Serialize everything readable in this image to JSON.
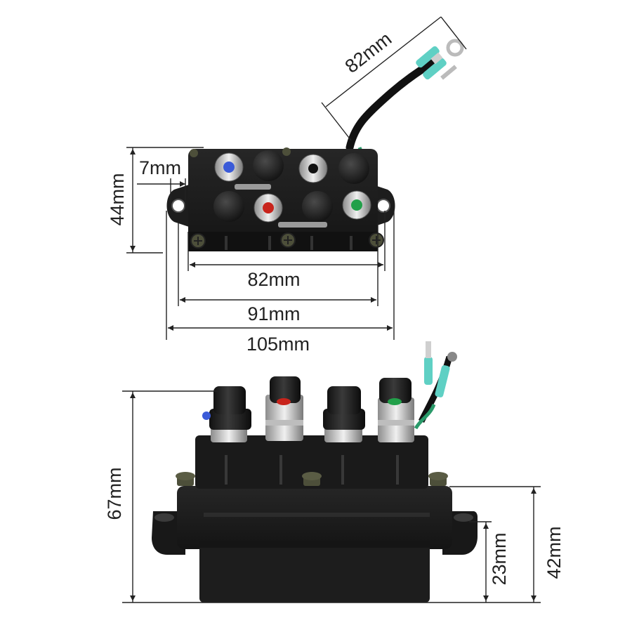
{
  "dimensions": {
    "top_view": {
      "cable_length": "82mm",
      "ear_hole": "7mm",
      "depth": "44mm",
      "hole_spacing": "82mm",
      "body_width": "91mm",
      "overall_width": "105mm"
    },
    "side_view": {
      "overall_height": "67mm",
      "base_to_ear": "23mm",
      "body_height": "42mm"
    }
  },
  "colors": {
    "housing": "#1c1c1c",
    "terminal_blue": "#3b5bd8",
    "terminal_red": "#c8241c",
    "terminal_green": "#22a04a",
    "wire_teal": "#5fd0c4",
    "dimension_line": "#222222"
  }
}
